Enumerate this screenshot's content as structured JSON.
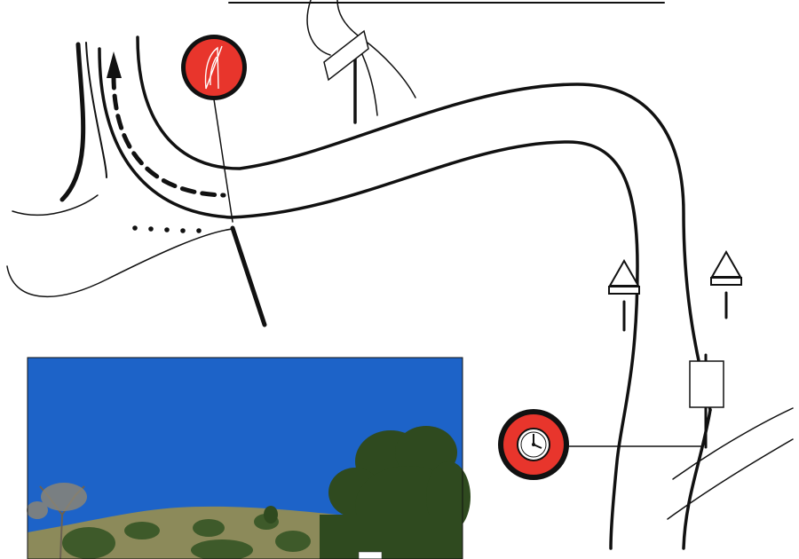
{
  "diagram": {
    "signs": [
      {
        "id": "no-overtaking",
        "icon": "no-overtaking-icon",
        "color": "#e8352c"
      },
      {
        "id": "time-limit",
        "icon": "clock-icon",
        "color": "#e8352c"
      },
      {
        "id": "give-way-1",
        "icon": "give-way-triangle-icon"
      },
      {
        "id": "give-way-2",
        "icon": "give-way-triangle-icon"
      },
      {
        "id": "info-panel",
        "icon": "info-panel-icon"
      }
    ],
    "photo": {
      "sky_color": "#1d63c8",
      "vegetation_color": "#3e5a2a",
      "hill_color": "#8c8a5a"
    }
  }
}
